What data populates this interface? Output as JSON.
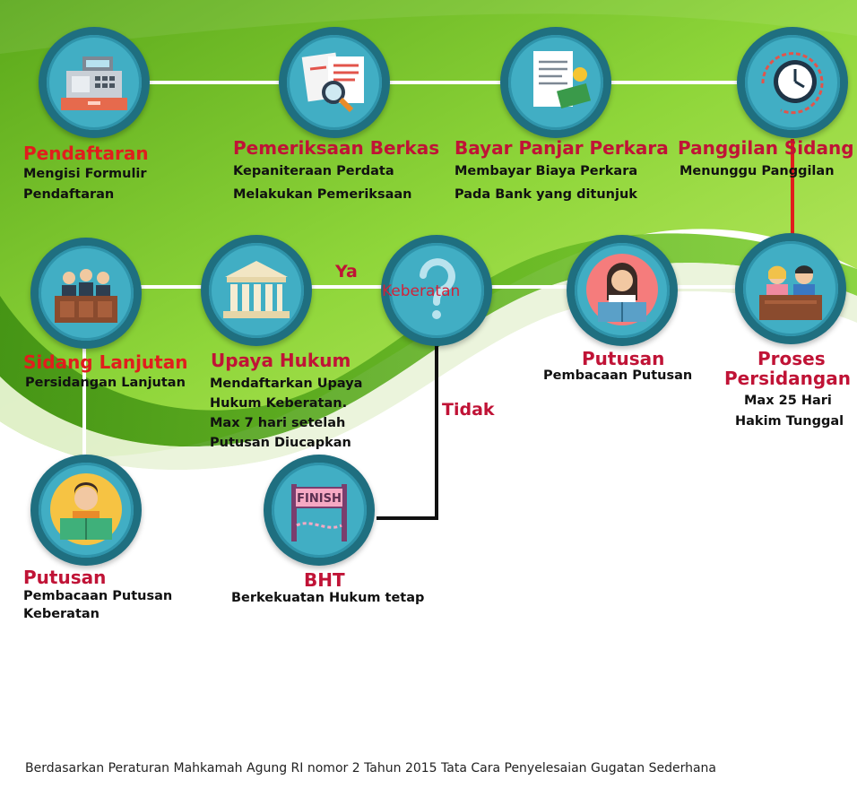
{
  "nodes": {
    "pendaftaran": {
      "title": "Pendaftaran",
      "lines": [
        "Mengisi Formulir",
        "Pendaftaran"
      ]
    },
    "pemeriksaan": {
      "title": "Pemeriksaan Berkas",
      "lines": [
        "Kepaniteraan Perdata",
        "Melakukan Pemeriksaan"
      ]
    },
    "bayar": {
      "title": "Bayar Panjar Perkara",
      "lines": [
        "Membayar Biaya Perkara",
        "Pada Bank yang ditunjuk"
      ]
    },
    "panggilan": {
      "title": "Panggilan Sidang",
      "lines": [
        "Menunggu Panggilan"
      ]
    },
    "sidang_lanjutan": {
      "title": "Sidang Lanjutan",
      "lines": [
        "Persidangan Lanjutan"
      ]
    },
    "upaya_hukum": {
      "title": "Upaya Hukum",
      "lines": [
        "Mendaftarkan Upaya",
        "Hukum Keberatan.",
        "Max 7 hari setelah",
        "Putusan Diucapkan"
      ]
    },
    "keberatan": {
      "title": "Keberatan"
    },
    "putusan_mid": {
      "title": "Putusan",
      "lines": [
        "Pembacaan Putusan"
      ]
    },
    "proses": {
      "title_1": "Proses",
      "title_2": "Persidangan",
      "lines": [
        "Max 25 Hari",
        "Hakim Tunggal"
      ]
    },
    "putusan_keberatan": {
      "title": "Putusan",
      "lines": [
        "Pembacaan Putusan",
        "Keberatan"
      ]
    },
    "bht": {
      "title": "BHT",
      "lines": [
        "Berkekuatan Hukum tetap"
      ],
      "finish_sign": "FINISH"
    }
  },
  "edges": {
    "ya": "Ya",
    "tidak": "Tidak"
  },
  "footer": "Berdasarkan Peraturan Mahkamah Agung RI nomor 2 Tahun 2015 Tata Cara Penyelesaian Gugatan Sederhana",
  "colors": {
    "title_red": "#e11d1d",
    "title_crimson": "#c01336",
    "node_teal": "#41aec4",
    "node_ring": "#1f6f80",
    "green": "#7cc62b"
  },
  "icons": {
    "pendaftaran": "cash-register-icon",
    "pemeriksaan": "documents-magnifier-icon",
    "bayar": "invoice-money-icon",
    "panggilan": "clock-icon",
    "sidang_lanjutan": "judges-bench-icon",
    "upaya_hukum": "courthouse-icon",
    "keberatan": "question-mark-icon",
    "putusan_mid": "woman-reading-icon",
    "proses": "two-people-desk-icon",
    "putusan_keberatan": "man-reading-icon",
    "bht": "finish-banner-icon"
  }
}
